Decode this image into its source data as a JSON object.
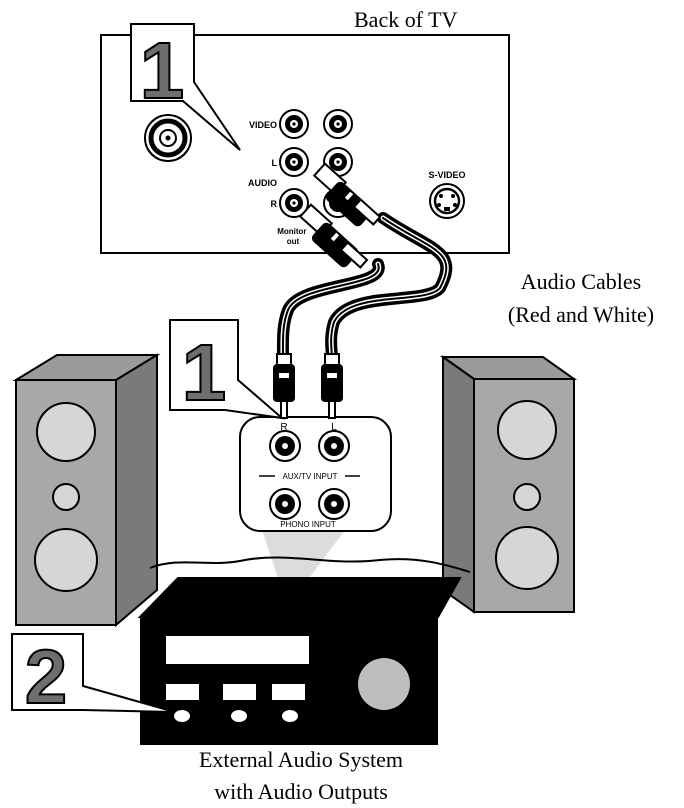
{
  "tv": {
    "title": "Back of TV",
    "video": "VIDEO",
    "l": "L",
    "audio": "AUDIO",
    "r": "R",
    "monitor_out": "Monitor\nout",
    "s_video": "S-VIDEO"
  },
  "cables": {
    "label_line1": "Audio Cables",
    "label_line2": "(Red and White)"
  },
  "panel": {
    "r": "R",
    "l": "L",
    "aux_tv_input": "AUX/TV INPUT",
    "phono_input": "PHONO INPUT"
  },
  "steps": {
    "tv_step": "1",
    "panel_step": "1",
    "system_step": "2"
  },
  "system": {
    "label_line1": "External Audio System",
    "label_line2": "with Audio Outputs"
  },
  "colors": {
    "ink": "#000000",
    "paper": "#ffffff",
    "speaker_side": "#7a7a7a",
    "speaker_top": "#9b9b9b",
    "speaker_front": "#a8a8a8",
    "driver": "#d6d6d6",
    "badge_digit": "#6e6e6e",
    "ray": "#dcdcdc"
  }
}
